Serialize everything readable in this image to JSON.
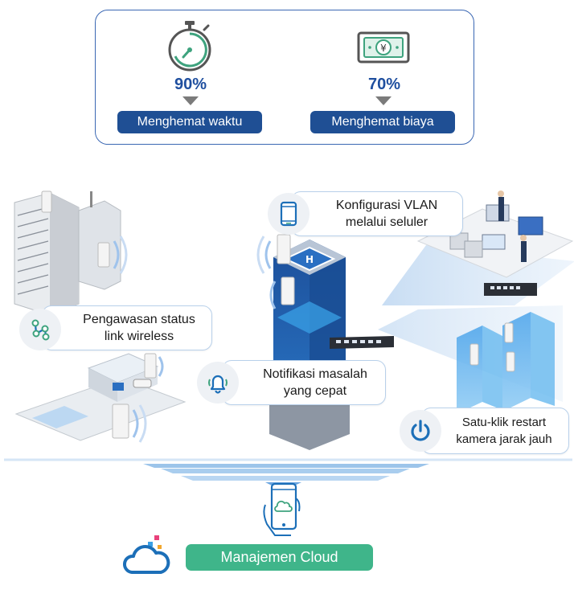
{
  "summary": {
    "time": {
      "percent": "90%",
      "label": "Menghemat waktu",
      "icon": "stopwatch-icon"
    },
    "cost": {
      "percent": "70%",
      "label": "Menghemat biaya",
      "icon": "banknote-icon"
    }
  },
  "features": [
    {
      "label_line1": "Pengawasan status",
      "label_line2": "link wireless",
      "icon": "link-nodes-icon"
    },
    {
      "label_line1": "Konfigurasi VLAN",
      "label_line2": "melalui seluler",
      "icon": "smartphone-icon"
    },
    {
      "label_line1": "Notifikasi masalah",
      "label_line2": "yang cepat",
      "icon": "bell-icon"
    },
    {
      "label_line1": "Satu-klik restart",
      "label_line2": "kamera jarak jauh",
      "icon": "power-icon"
    }
  ],
  "cloud": {
    "label": "Manajemen Cloud",
    "icon": "cloud-icon"
  },
  "colors": {
    "primary_blue": "#1f4f94",
    "border_blue": "#3a67b3",
    "cloud_green": "#3fb58a",
    "icon_green": "#3e9a7a",
    "power_blue": "#1c6fb8"
  }
}
